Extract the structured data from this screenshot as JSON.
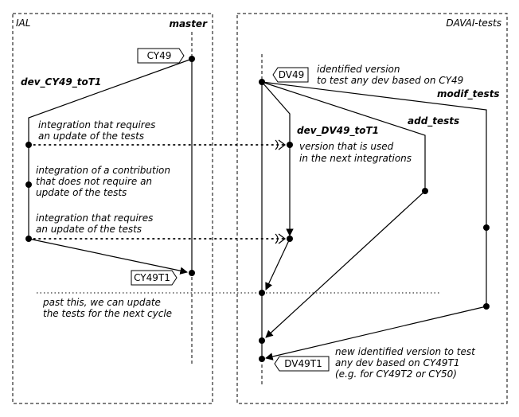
{
  "panels": {
    "left_title": "IAL",
    "right_title": "DAVAI-tests"
  },
  "branches": {
    "master": "master",
    "dev_cy49": "dev_CY49_toT1",
    "dev_dv49": "dev_DV49_toT1",
    "add_tests": "add_tests",
    "modif_tests": "modif_tests"
  },
  "tags": {
    "cy49": "CY49",
    "cy49t1": "CY49T1",
    "dv49": "DV49",
    "dv49t1": "DV49T1"
  },
  "annotations": {
    "identified_1": "identified version",
    "identified_2": "to test any dev based on CY49",
    "integ1_1": "integration that requires",
    "integ1_2": "an update of the tests",
    "integ2_1": "integration of a contribution",
    "integ2_2": "that does not require an",
    "integ2_3": "update of the tests",
    "integ3_1": "integration that requires",
    "integ3_2": "an update of the tests",
    "used_1": "version that is used",
    "used_2": "in the next integrations",
    "past_1": "past this, we can update",
    "past_2": "the tests for the next cycle",
    "new_1": "new identified version to test",
    "new_2": "any dev based on CY49T1",
    "new_3": "(e.g. for CY49T2 or CY50)"
  }
}
